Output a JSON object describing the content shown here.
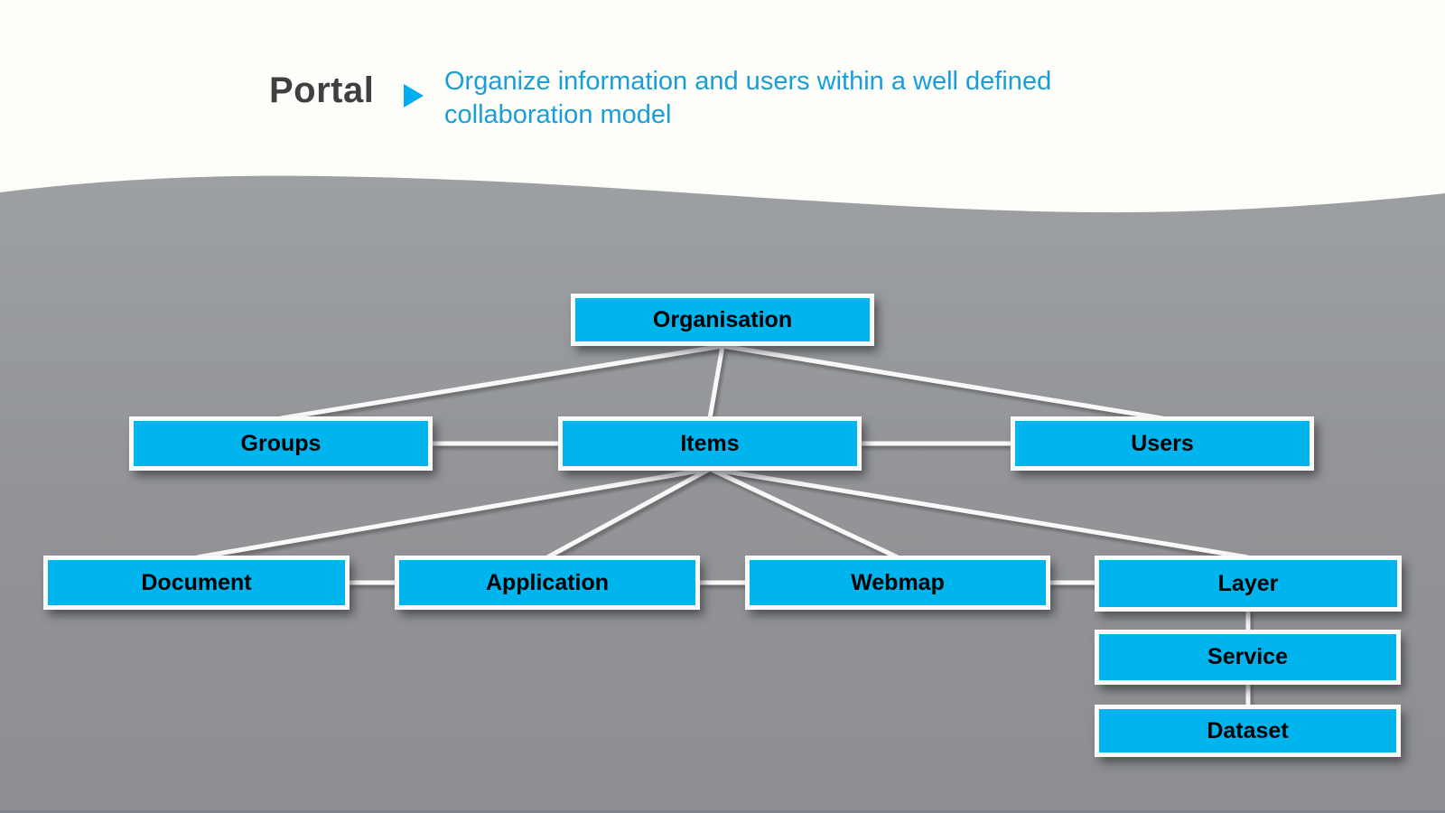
{
  "header": {
    "title": "Portal",
    "subtitle_lines": [
      "Organize information and users within a well defined",
      "collaboration model"
    ]
  },
  "diagram": {
    "nodes": [
      {
        "id": "organisation",
        "label": "Organisation"
      },
      {
        "id": "groups",
        "label": "Groups"
      },
      {
        "id": "items",
        "label": "Items"
      },
      {
        "id": "users",
        "label": "Users"
      },
      {
        "id": "document",
        "label": "Document"
      },
      {
        "id": "application",
        "label": "Application"
      },
      {
        "id": "webmap",
        "label": "Webmap"
      },
      {
        "id": "layer",
        "label": "Layer"
      },
      {
        "id": "service",
        "label": "Service"
      },
      {
        "id": "dataset",
        "label": "Dataset"
      }
    ],
    "edges": [
      {
        "from": "organisation",
        "to": "groups"
      },
      {
        "from": "organisation",
        "to": "items"
      },
      {
        "from": "organisation",
        "to": "users"
      },
      {
        "from": "groups",
        "to": "items"
      },
      {
        "from": "items",
        "to": "users"
      },
      {
        "from": "items",
        "to": "document"
      },
      {
        "from": "items",
        "to": "application"
      },
      {
        "from": "items",
        "to": "webmap"
      },
      {
        "from": "items",
        "to": "layer"
      },
      {
        "from": "document",
        "to": "application"
      },
      {
        "from": "application",
        "to": "webmap"
      },
      {
        "from": "webmap",
        "to": "layer"
      },
      {
        "from": "layer",
        "to": "service"
      },
      {
        "from": "service",
        "to": "dataset"
      }
    ]
  },
  "colors": {
    "node-fill": "#00b4ee",
    "node-border": "#fafafa",
    "node-text": "#000000",
    "title-text": "#3f3f41",
    "subtitle-text": "#189ed8",
    "arrow": "#00aeef",
    "connector": "#f9f9f9",
    "page-top": "#fdfdf9",
    "wave-top": "#9da0a3",
    "wave-mid": "#939598",
    "wave-bottom": "#8c8e91"
  }
}
